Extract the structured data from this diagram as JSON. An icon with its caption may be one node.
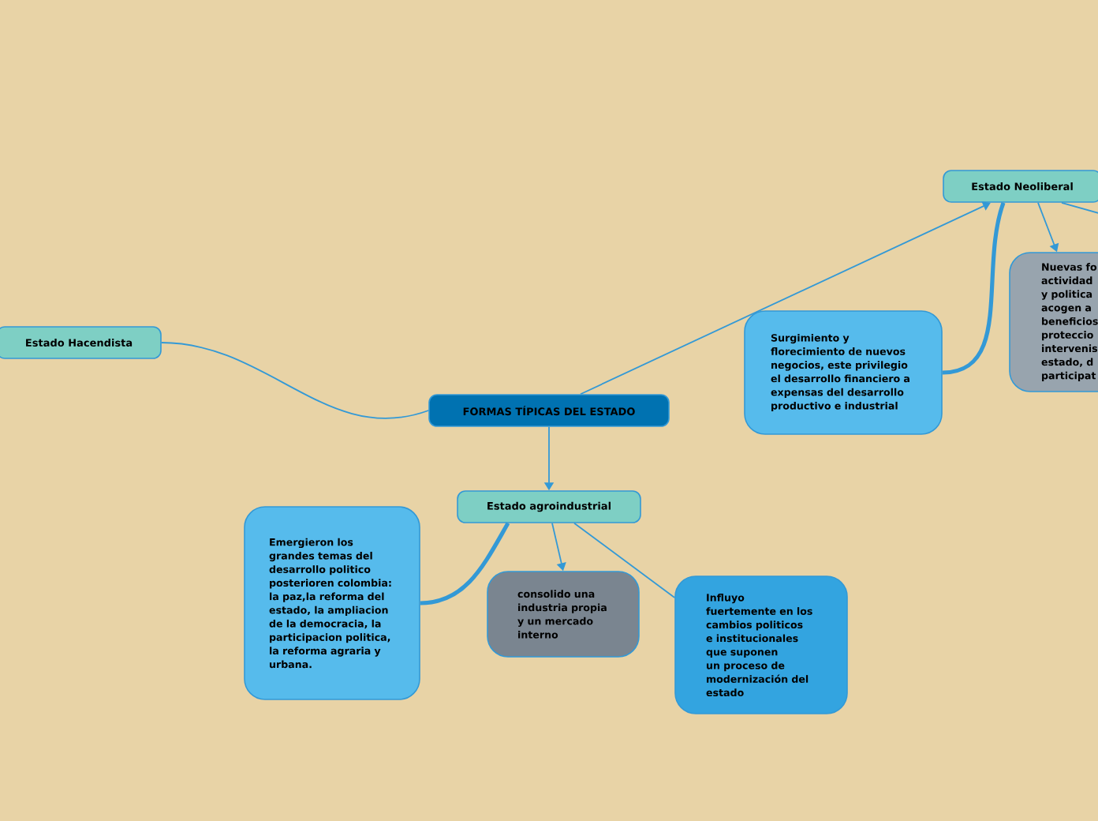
{
  "diagram": {
    "nodes": [
      {
        "text": [
          "FORMAS TÍPICAS DEL ESTADO"
        ]
      },
      {
        "text": [
          "Estado Hacendista"
        ]
      },
      {
        "text": [
          "Estado Neoliberal"
        ]
      },
      {
        "text": [
          "Surgimiento y florecimiento de nuevos negocios, este privilegio el desarrollo financiero a expensas del desarrollo productivo e industrial"
        ]
      },
      {
        "text": [
          "Nuevas fo actividad y politica acogen a beneficios proteccio intervenis estado, d participat"
        ]
      },
      {
        "text": [
          "Estado agroindustrial"
        ]
      },
      {
        "text": [
          "Emergieron los grandes temas del desarrollo politico posterioren colombia: la paz,la reforma del estado, la ampliacion de la democracia, la participacion politica, la reforma agraria y urbana."
        ]
      },
      {
        "text": [
          "consolido una industria propia y un mercado interno"
        ]
      },
      {
        "text": [
          "Influyo fuertemente en los cambios politicos e institucionales que suponen un proceso de modernización del estado"
        ]
      }
    ],
    "edges": [
      {
        "from": 0,
        "to": 1,
        "arrow": "none"
      },
      {
        "from": 0,
        "to": 2,
        "arrow": "to"
      },
      {
        "from": 0,
        "to": 5,
        "arrow": "to"
      },
      {
        "from": 2,
        "to": 3,
        "arrow": "none",
        "style": "thick"
      },
      {
        "from": 2,
        "to": 4,
        "arrow": "to"
      },
      {
        "from": 2,
        "to": null,
        "arrow": "none"
      },
      {
        "from": 5,
        "to": 6,
        "arrow": "none",
        "style": "thick"
      },
      {
        "from": 5,
        "to": 7,
        "arrow": "to"
      },
      {
        "from": 5,
        "to": 8,
        "arrow": "none"
      }
    ]
  }
}
